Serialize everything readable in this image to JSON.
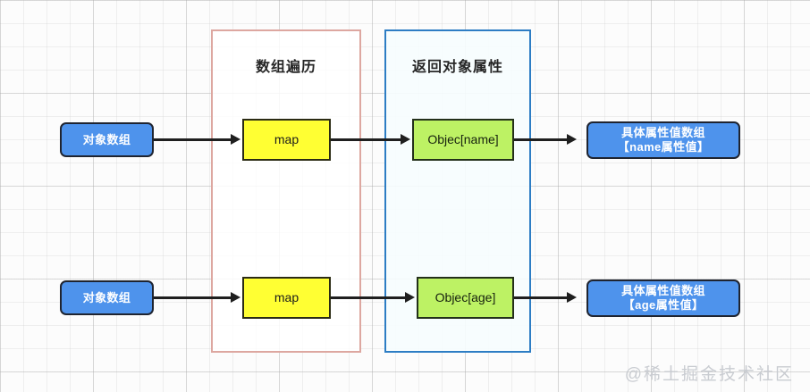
{
  "diagram": {
    "title": "map method object array property extraction flow",
    "groups": [
      {
        "id": "traverse",
        "label": "数组遍历",
        "accent": "#dda7a0"
      },
      {
        "id": "return-prop",
        "label": "返回对象属性",
        "accent": "#2d7dc4"
      }
    ],
    "rows": [
      {
        "id": "name-row",
        "source": "对象数组",
        "operation": "map",
        "accessor": "Objec[name]",
        "result_line1": "具体属性值数组",
        "result_line2": "【name属性值】"
      },
      {
        "id": "age-row",
        "source": "对象数组",
        "operation": "map",
        "accessor": "Objec[age]",
        "result_line1": "具体属性值数组",
        "result_line2": "【age属性值】"
      }
    ],
    "watermark": "@稀土掘金技术社区",
    "colors": {
      "source_node": "#4e93ec",
      "operation_node": "#ffff33",
      "accessor_node": "#bdf264",
      "result_node": "#4e93ec",
      "group_pink_border": "#dda7a0",
      "group_blue_border": "#2d7dc4",
      "arrow": "#1f1f1f",
      "watermark": "#c9ccd1",
      "canvas_background": "#fcfcfc"
    }
  }
}
